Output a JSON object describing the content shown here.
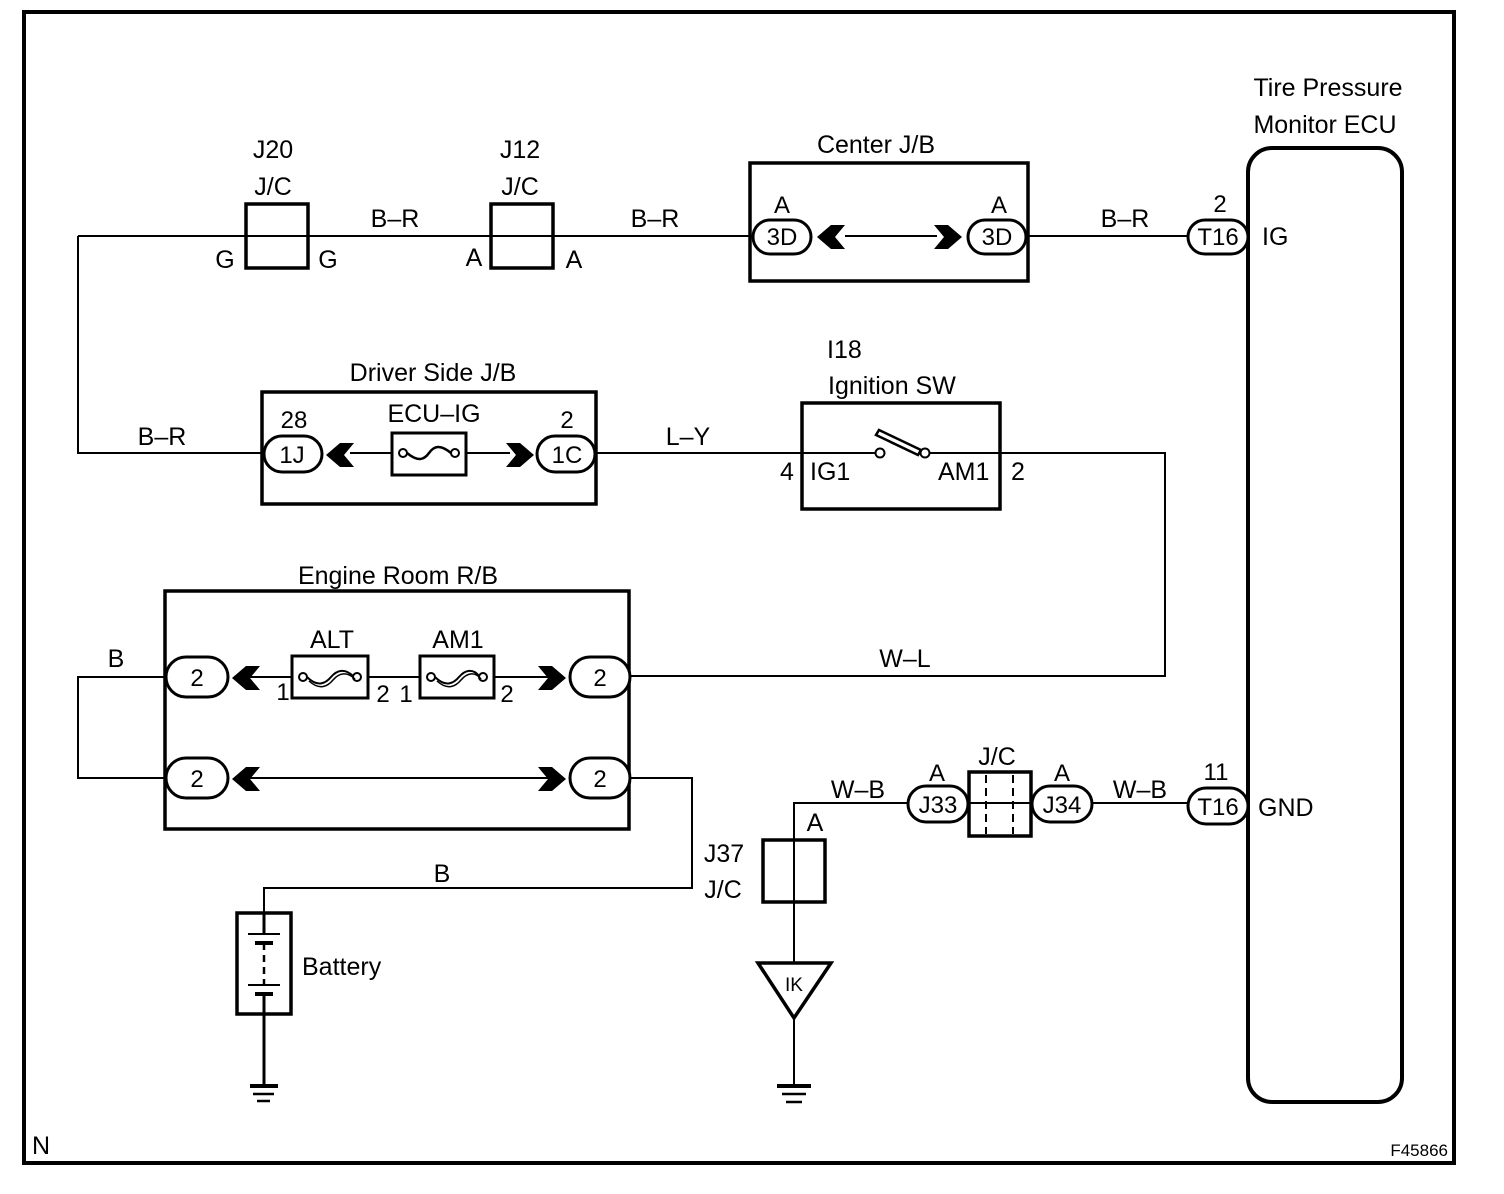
{
  "diagram": {
    "corner_code": "N",
    "figure_id": "F45866",
    "colors": {
      "line": "#000000",
      "background": "#ffffff"
    },
    "ecu": {
      "title_line1": "Tire Pressure",
      "title_line2": "Monitor ECU",
      "pin_ig": "IG",
      "pin_gnd": "GND"
    },
    "junctions": {
      "j20": {
        "id": "J20",
        "type": "J/C",
        "pin_left": "G",
        "pin_right": "G"
      },
      "j12": {
        "id": "J12",
        "type": "J/C",
        "pin_left": "A",
        "pin_right": "A"
      },
      "j37": {
        "id": "J37",
        "type": "J/C",
        "pin": "A"
      },
      "jc_mid": {
        "type": "J/C"
      }
    },
    "center_jb": {
      "title": "Center J/B",
      "left_conn": "3D",
      "left_pin": "A",
      "right_conn": "3D",
      "right_pin": "A"
    },
    "driver_jb": {
      "title": "Driver Side J/B",
      "fuse": "ECU–IG",
      "left_conn": "1J",
      "left_pin": "28",
      "right_conn": "1C",
      "right_pin": "2"
    },
    "ignition": {
      "id": "I18",
      "title": "Ignition SW",
      "pin_left_num": "4",
      "pin_left": "IG1",
      "pin_right": "AM1",
      "pin_right_num": "2"
    },
    "engine_rb": {
      "title": "Engine Room R/B",
      "fuse1": "ALT",
      "fuse2": "AM1",
      "fuse1_pin1": "1",
      "fuse1_pin2": "2",
      "fuse2_pin1": "1",
      "fuse2_pin2": "2",
      "conn_tl": "2",
      "conn_tr": "2",
      "conn_bl": "2",
      "conn_br": "2"
    },
    "ecu_conns": {
      "ig_conn": "T16",
      "ig_pin": "2",
      "gnd_conn": "T16",
      "gnd_pin": "11"
    },
    "gnd_conns": {
      "left": "J33",
      "left_pin": "A",
      "right": "J34",
      "right_pin": "A"
    },
    "ground_point": "IK",
    "battery": "Battery",
    "wires": {
      "w1": "B–R",
      "w2": "B–R",
      "w3": "B–R",
      "w4": "B–R",
      "w5": "L–Y",
      "w6": "W–L",
      "w7": "B",
      "w8": "B",
      "w9": "W–B",
      "w10": "W–B"
    }
  }
}
